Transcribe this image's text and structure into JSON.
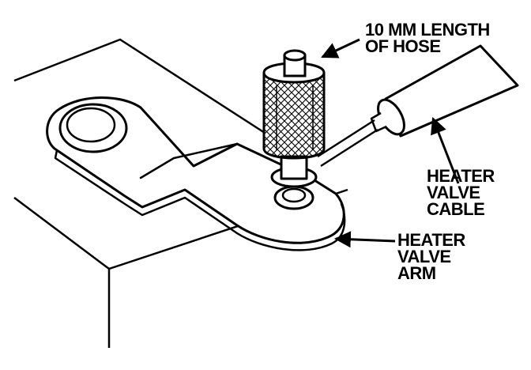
{
  "labels": {
    "hose": [
      "10 MM LENGTH",
      "OF HOSE"
    ],
    "cable": [
      "HEATER",
      "VALVE",
      "CABLE"
    ],
    "arm": [
      "HEATER",
      "VALVE",
      "ARM"
    ]
  },
  "colors": {
    "line": "#000000",
    "background": "#ffffff"
  }
}
